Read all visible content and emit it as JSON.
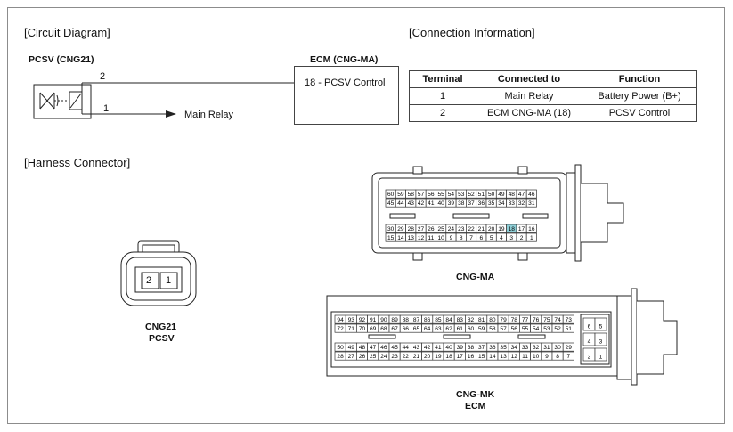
{
  "sections": {
    "circuit": "[Circuit Diagram]",
    "connection": "[Connection Information]",
    "harness": "[Harness Connector]"
  },
  "circuit": {
    "pcsv_label": "PCSV (CNG21)",
    "ecm_label": "ECM (CNG-MA)",
    "wire1_num": "2",
    "wire2_num": "1",
    "ecm_terminal": "18 - PCSV Control",
    "main_relay": "Main Relay"
  },
  "table": {
    "headers": [
      "Terminal",
      "Connected to",
      "Function"
    ],
    "rows": [
      [
        "1",
        "Main Relay",
        "Battery Power (B+)"
      ],
      [
        "2",
        "ECM CNG-MA (18)",
        "PCSV Control"
      ]
    ]
  },
  "connectors": {
    "cng21": {
      "pins": [
        "2",
        "1"
      ],
      "name": "CNG21",
      "sub": "PCSV"
    },
    "cng_ma": {
      "name": "CNG-MA",
      "highlight_pin": "18",
      "highlight_color": "#8fd0d8",
      "rows": [
        [
          "60",
          "59",
          "58",
          "57",
          "56",
          "55",
          "54",
          "53",
          "52",
          "51",
          "50",
          "49",
          "48",
          "47",
          "46"
        ],
        [
          "45",
          "44",
          "43",
          "42",
          "41",
          "40",
          "39",
          "38",
          "37",
          "36",
          "35",
          "34",
          "33",
          "32",
          "31"
        ],
        [
          "30",
          "29",
          "28",
          "27",
          "26",
          "25",
          "24",
          "23",
          "22",
          "21",
          "20",
          "19",
          "18",
          "17",
          "16"
        ],
        [
          "15",
          "14",
          "13",
          "12",
          "11",
          "10",
          "9",
          "8",
          "7",
          "6",
          "5",
          "4",
          "3",
          "2",
          "1"
        ]
      ]
    },
    "cng_mk": {
      "name": "CNG-MK",
      "sub": "ECM",
      "rows": [
        [
          "94",
          "93",
          "92",
          "91",
          "90",
          "89",
          "88",
          "87",
          "86",
          "85",
          "84",
          "83",
          "82",
          "81",
          "80",
          "79",
          "78",
          "77",
          "76",
          "75",
          "74",
          "73"
        ],
        [
          "72",
          "71",
          "70",
          "69",
          "68",
          "67",
          "66",
          "65",
          "64",
          "63",
          "62",
          "61",
          "60",
          "59",
          "58",
          "57",
          "56",
          "55",
          "54",
          "53",
          "52",
          "51"
        ],
        [
          "50",
          "49",
          "48",
          "47",
          "46",
          "45",
          "44",
          "43",
          "42",
          "41",
          "40",
          "39",
          "38",
          "37",
          "36",
          "35",
          "34",
          "33",
          "32",
          "31",
          "30",
          "29"
        ],
        [
          "28",
          "27",
          "26",
          "25",
          "24",
          "23",
          "22",
          "21",
          "20",
          "19",
          "18",
          "17",
          "16",
          "15",
          "14",
          "13",
          "12",
          "11",
          "10",
          "9",
          "8",
          "7"
        ]
      ],
      "side": [
        [
          "6",
          "5"
        ],
        [
          "4",
          "3"
        ],
        [
          "2",
          "1"
        ]
      ]
    }
  }
}
